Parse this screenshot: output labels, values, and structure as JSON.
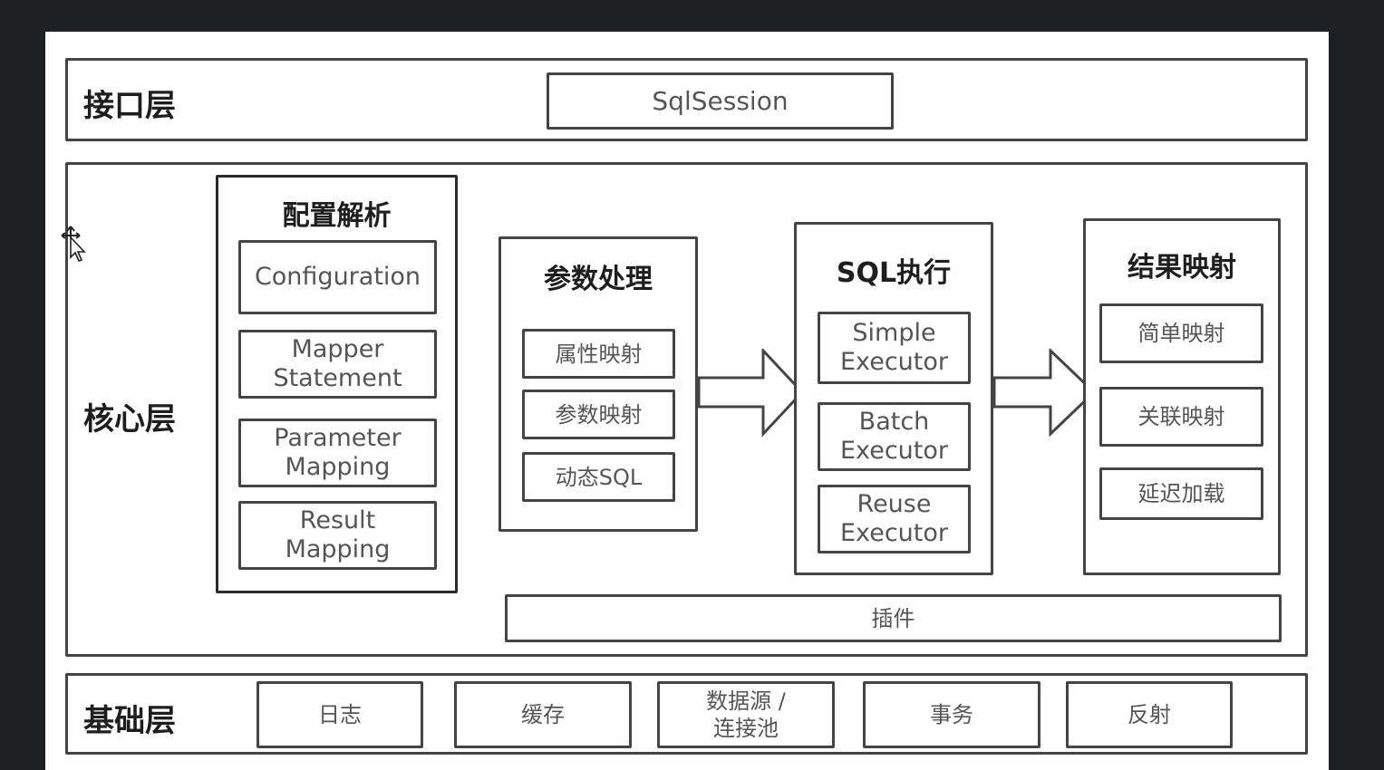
{
  "interface_layer": {
    "label": "接口层",
    "sqlsession": "SqlSession"
  },
  "core_layer": {
    "label": "核心层",
    "config_parsing": {
      "title": "配置解析",
      "items": [
        "Configuration",
        "Mapper\nStatement",
        "Parameter\nMapping",
        "Result\nMapping"
      ]
    },
    "param_handling": {
      "title": "参数处理",
      "items": [
        "属性映射",
        "参数映射",
        "动态SQL"
      ]
    },
    "sql_execution": {
      "title": "SQL执行",
      "items": [
        "Simple\nExecutor",
        "Batch\nExecutor",
        "Reuse\nExecutor"
      ]
    },
    "result_mapping": {
      "title": "结果映射",
      "items": [
        "简单映射",
        "关联映射",
        "延迟加载"
      ]
    },
    "plugin": "插件"
  },
  "base_layer": {
    "label": "基础层",
    "items": [
      "日志",
      "缓存",
      "数据源 /\n连接池",
      "事务",
      "反射"
    ]
  },
  "colors": {
    "background": "#1f2021",
    "canvas": "#ffffff",
    "border": "#444444",
    "text": "#555555",
    "title_text": "#1e1e1e"
  },
  "icons": [
    "hollow-right-arrow-icon",
    "move-cursor-icon"
  ]
}
